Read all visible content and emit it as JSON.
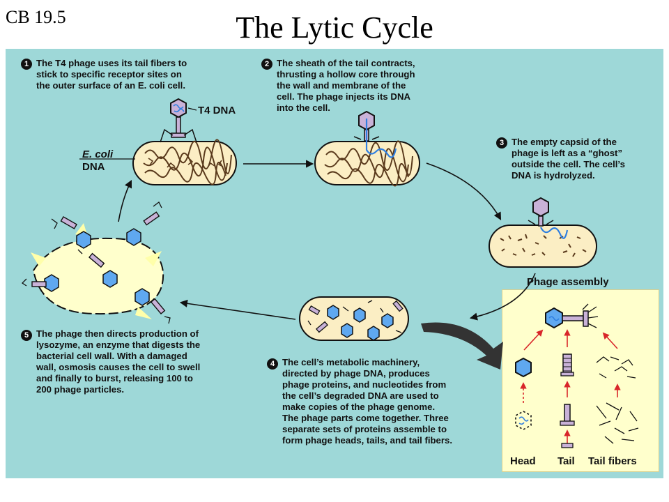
{
  "header": {
    "code": "CB 19.5",
    "title": "The Lytic Cycle"
  },
  "steps": [
    {
      "number": "1",
      "text": "The T4 phage uses its tail fibers to\nstick to specific receptor sites on\nthe outer surface of an E. coli cell."
    },
    {
      "number": "2",
      "text": "The sheath of the tail contracts,\nthrusting a hollow core through\nthe wall and membrane of the\ncell. The phage injects its DNA\ninto the cell."
    },
    {
      "number": "3",
      "text": "The empty capsid of the\nphage is left as a “ghost”\noutside the cell. The cell’s\nDNA is hydrolyzed."
    },
    {
      "number": "4",
      "text": "The cell’s metabolic machinery,\ndirected by phage DNA, produces\nphage proteins, and nucleotides from\nthe cell’s degraded DNA are used to\nmake copies of the phage genome.\nThe phage parts come together. Three\nseparate sets of proteins assemble to\nform phage heads, tails, and tail fibers."
    },
    {
      "number": "5",
      "text": "The phage then directs production of\nlysozyme, an enzyme that digests the\nbacterial cell wall. With a damaged\nwall, osmosis causes the cell to swell\nand finally to burst, releasing 100 to\n200 phage particles."
    }
  ],
  "labels": {
    "t4_dna": "T4 DNA",
    "ecoli_line1": "E. coli",
    "ecoli_line2": "DNA",
    "phage_assembly": "Phage assembly",
    "head": "Head",
    "tail": "Tail",
    "tail_fibers": "Tail fibers"
  },
  "colors": {
    "background": "#9ed8d8",
    "cell_fill": "#fbeec4",
    "dna_dark": "#5a3a1c",
    "phage_head": "#c9b2d8",
    "viral_dna": "#2f7fe0",
    "arrow_red": "#d8262a",
    "panel": "#ffffcc"
  }
}
